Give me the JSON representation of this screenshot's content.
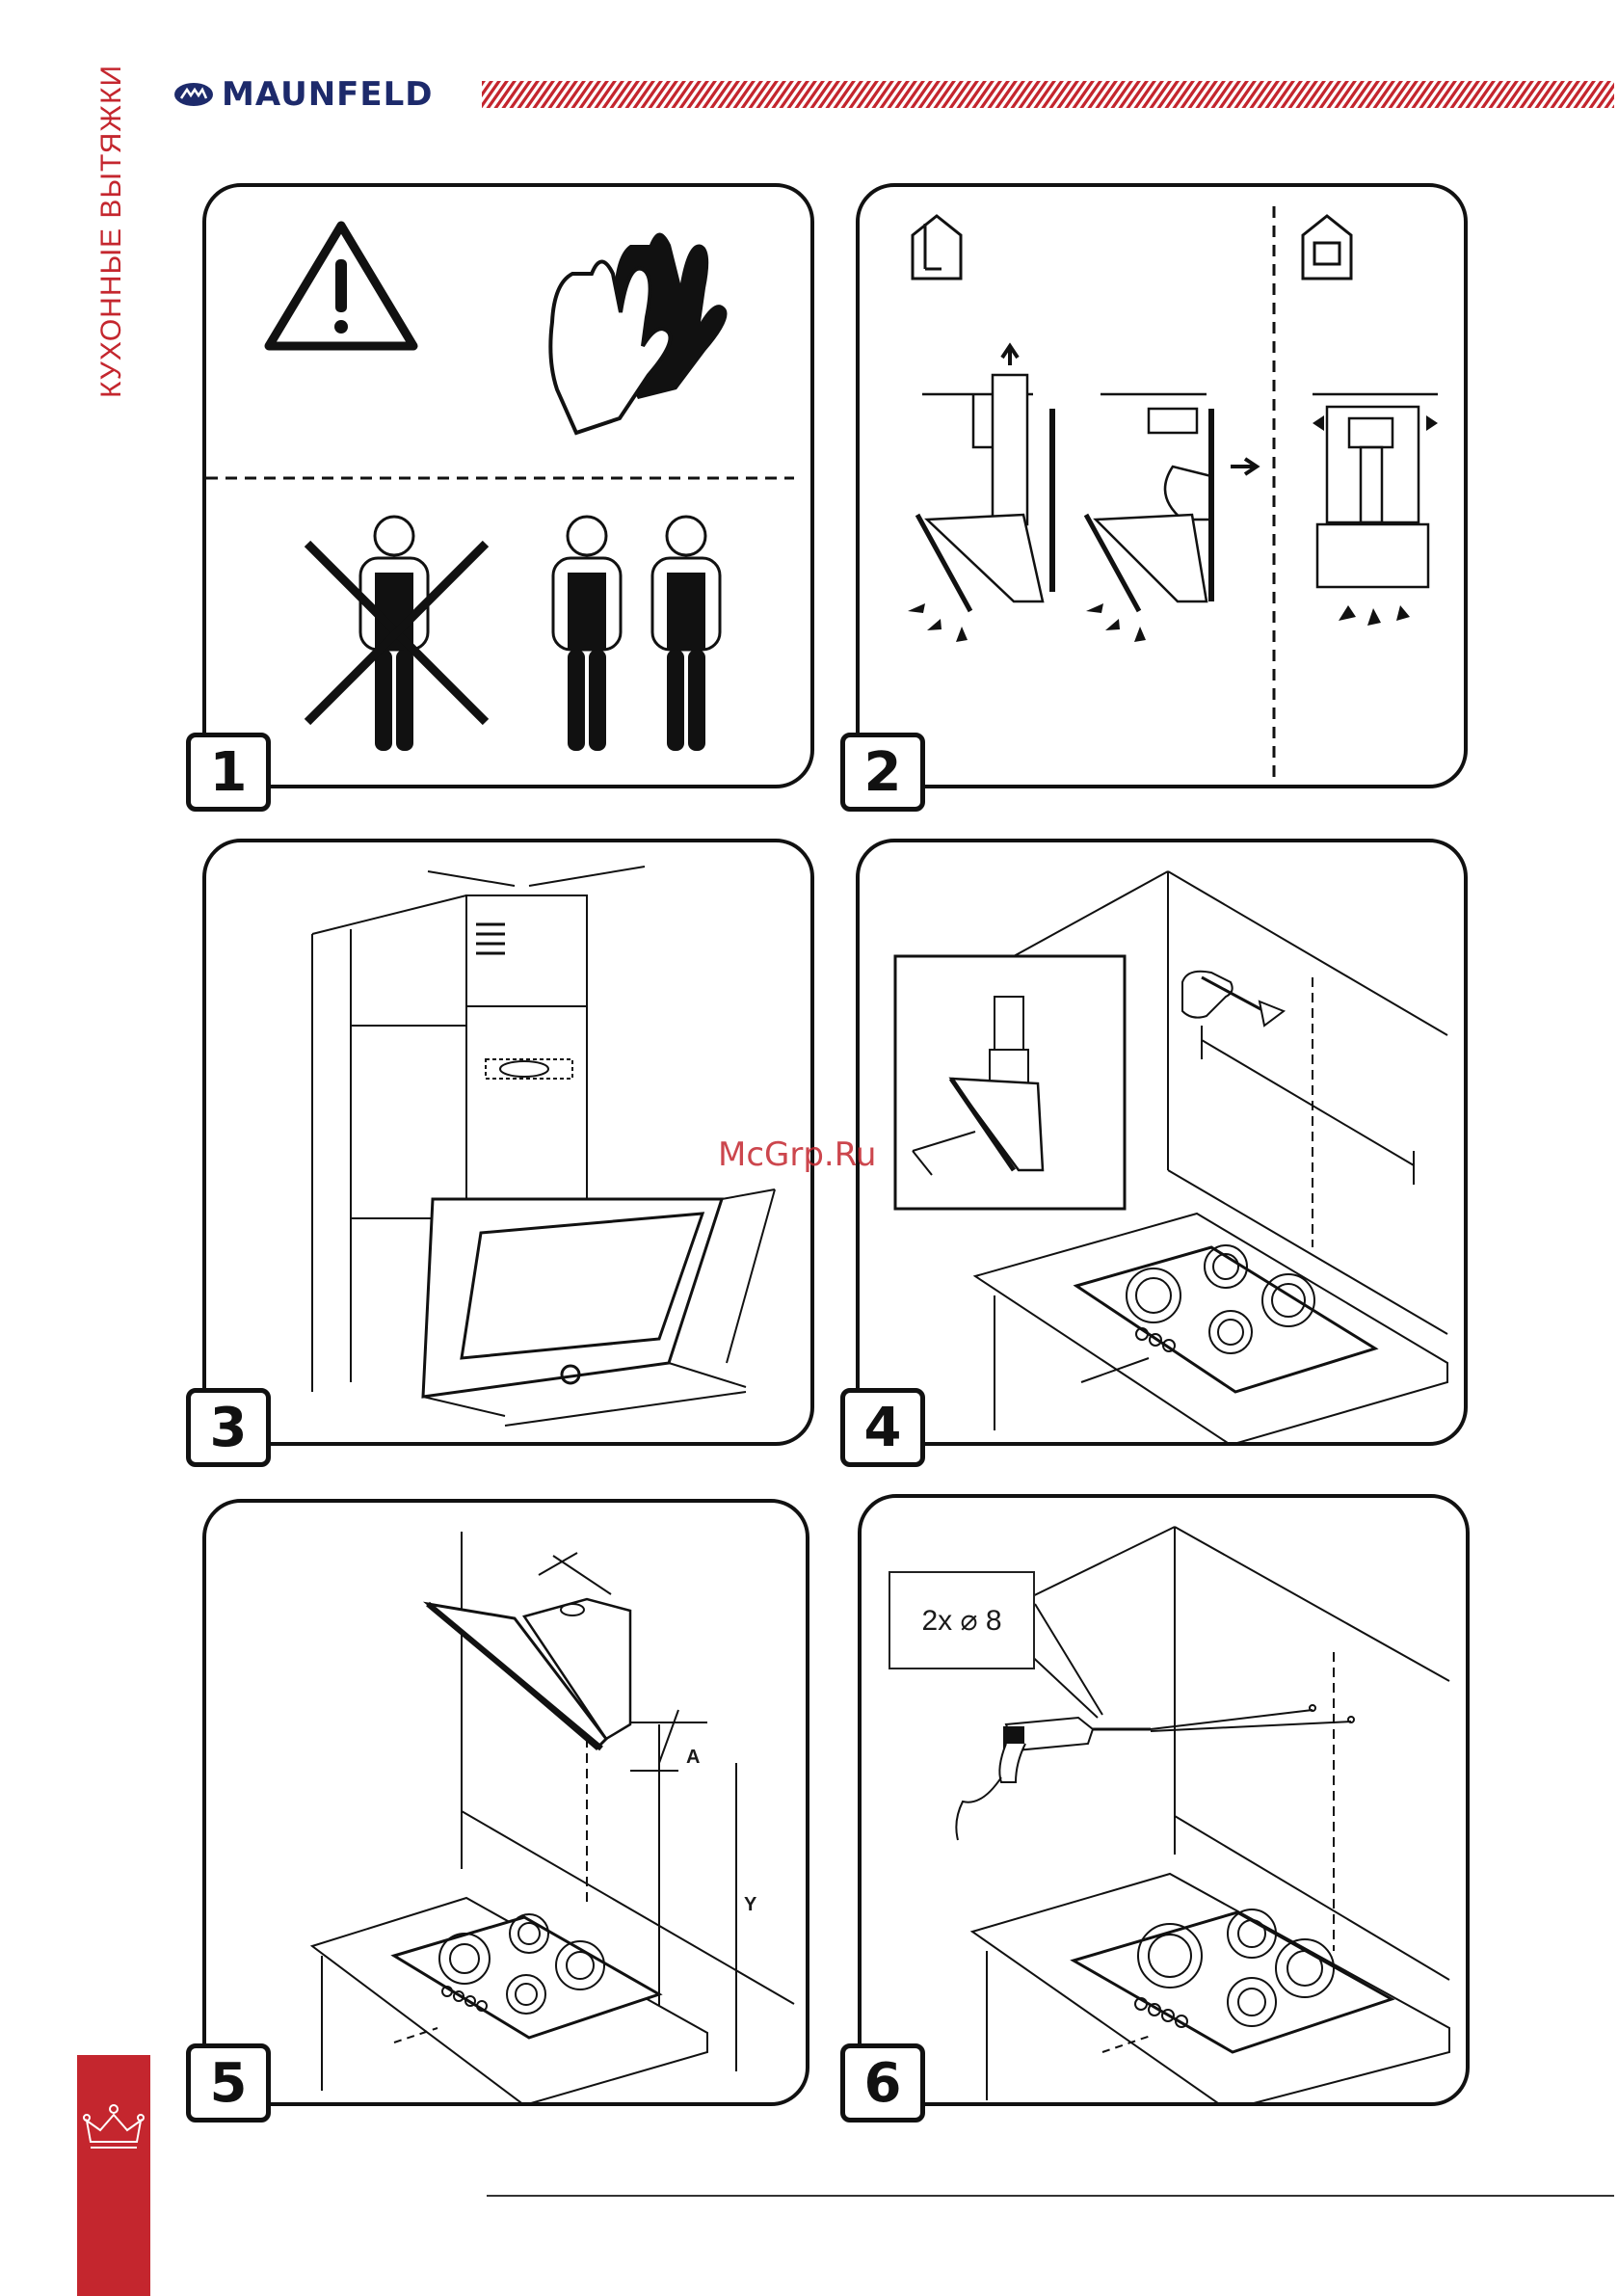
{
  "header": {
    "side_title": "КУХОННЫЕ ВЫТЯЖКИ",
    "brand": "MAUNFELD",
    "brand_color": "#1d2a6b",
    "accent_color": "#c4262e"
  },
  "watermark": "McGrp.Ru",
  "panels": [
    {
      "number": "1"
    },
    {
      "number": "2"
    },
    {
      "number": "3"
    },
    {
      "number": "4"
    },
    {
      "number": "5",
      "dim_a": "A",
      "dim_y": "Y"
    },
    {
      "number": "6",
      "drill_label": "2x ⌀ 8"
    }
  ],
  "icons": [
    "warning-icon",
    "gloves-icon",
    "installer-figure-icon",
    "drill-icon",
    "hob-icon",
    "crown-icon"
  ]
}
